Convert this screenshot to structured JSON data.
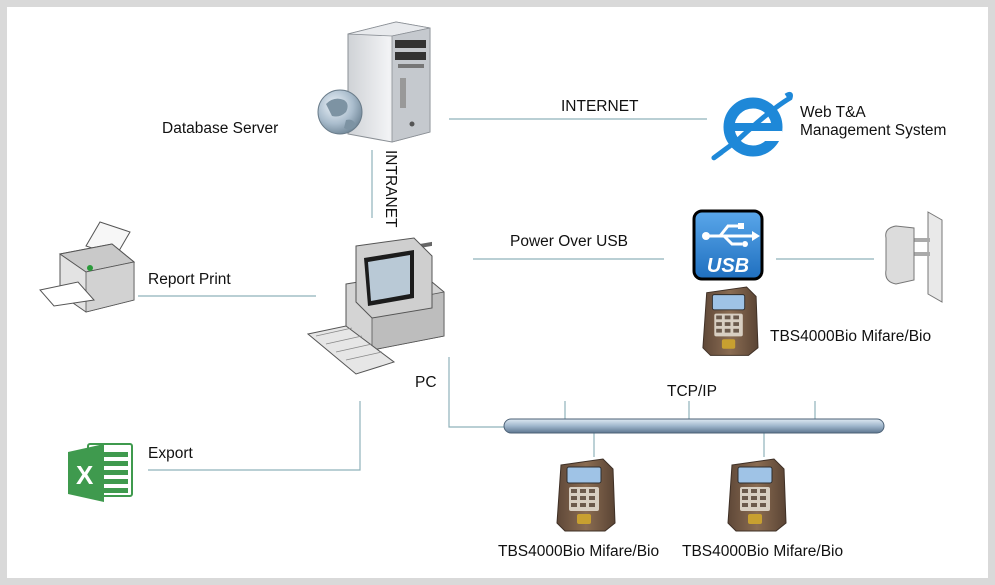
{
  "nodes": {
    "database_server": "Database Server",
    "web_system_line1": "Web T&A",
    "web_system_line2": "Management System",
    "report_print": "Report Print",
    "export": "Export",
    "pc": "PC",
    "usb_device": "TBS4000Bio Mifare/Bio",
    "tcp_device_1": "TBS4000Bio Mifare/Bio",
    "tcp_device_2": "TBS4000Bio Mifare/Bio"
  },
  "links": {
    "internet": "INTERNET",
    "intranet": "INTRANET",
    "power_over_usb": "Power Over USB",
    "tcp_ip": "TCP/IP"
  },
  "icons": {
    "server": "server-tower-icon",
    "globe": "globe-icon",
    "ie": "internet-explorer-icon",
    "printer": "printer-icon",
    "excel": "excel-icon",
    "pc": "desktop-computer-icon",
    "usb": "usb-icon",
    "plug": "power-adapter-icon",
    "terminal": "biometric-terminal-icon"
  },
  "usb_badge_text": "USB",
  "colors": {
    "line": "#8fb2ba",
    "bus": "#9fb6cc",
    "ie_blue": "#1e88d8",
    "excel_green": "#3f9a4e",
    "usb_blue": "#2f86d6",
    "terminal_brown": "#7a5e47"
  }
}
